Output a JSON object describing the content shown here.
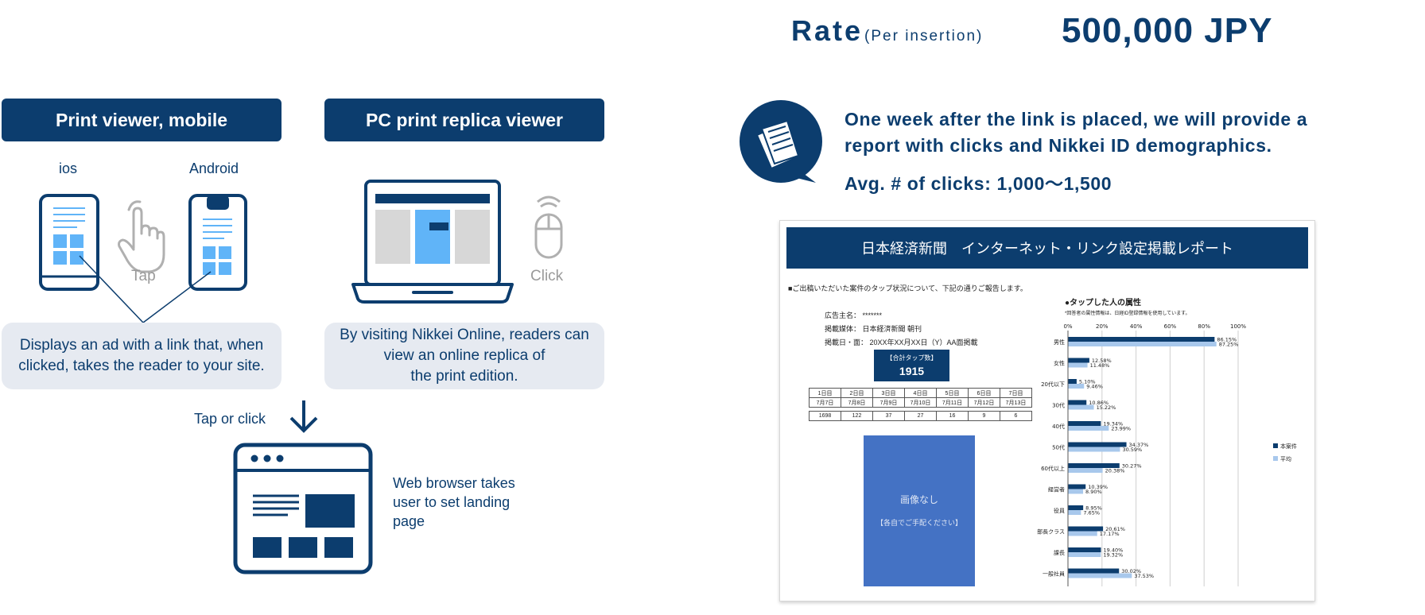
{
  "rate": {
    "label": "Rate",
    "sub": "(Per insertion)",
    "value": "500,000 JPY"
  },
  "left": {
    "print_header": "Print viewer, mobile",
    "pc_header": "PC print replica viewer",
    "ios": "ios",
    "android": "Android",
    "tap": "Tap",
    "click": "Click",
    "print_desc": "Displays an ad with a link that, when clicked, takes the reader to your site.",
    "pc_desc_1": "By visiting Nikkei Online, readers can",
    "pc_desc_2": "view an online replica of",
    "pc_desc_3": "the print edition.",
    "tap_or_click": "Tap or click",
    "browser_1": "Web browser takes",
    "browser_2": "user to set landing",
    "browser_3": "page"
  },
  "report_info": {
    "line1": "One week after the link is placed, we will provide a",
    "line2": "report with clicks and Nikkei ID demographics.",
    "clicks": "Avg. # of clicks: 1,000〜1,500"
  },
  "report": {
    "title": "日本経済新聞　インターネット・リンク設定掲載レポート",
    "intro": "■ご出稿いただいた案件のタップ状況について、下記の通りご報告します。",
    "advertiser": "広告主名： *******",
    "media": "掲載媒体： 日本経済新聞 朝刊",
    "date": "掲載日・面： 20XX年XX月XX日（Y）AA面掲載",
    "total_label": "【合計タップ数】",
    "total_value": "1915",
    "days": [
      "1日目",
      "2日目",
      "3日目",
      "4日目",
      "5日目",
      "6日目",
      "7日目"
    ],
    "dates": [
      "7月7日",
      "7月8日",
      "7月9日",
      "7月10日",
      "7月11日",
      "7月12日",
      "7月13日"
    ],
    "counts": [
      "1698",
      "122",
      "37",
      "27",
      "16",
      "9",
      "6"
    ],
    "noimage": "画像なし",
    "noimage_sub": "【各自でご手配ください】",
    "chart_title": "●タップした人の属性",
    "chart_note": "*回答者の属性情報は、日経ID登録情報を使用しています。"
  },
  "chart_data": {
    "type": "bar",
    "orientation": "horizontal",
    "categories": [
      "男性",
      "女性",
      "20代以下",
      "30代",
      "40代",
      "50代",
      "60代以上",
      "経営者",
      "役員",
      "部長クラス",
      "課長",
      "一般社員"
    ],
    "series": [
      {
        "name": "本案件",
        "values": [
          86.15,
          12.58,
          5.1,
          10.86,
          19.34,
          34.37,
          30.27,
          10.39,
          8.95,
          20.61,
          19.4,
          30.02
        ],
        "color": "#0c3d6e"
      },
      {
        "name": "平均",
        "values": [
          87.25,
          11.48,
          9.46,
          15.22,
          23.99,
          30.59,
          20.38,
          8.9,
          7.65,
          17.17,
          19.32,
          37.53
        ],
        "color": "#a8c8ec"
      }
    ],
    "xticks": [
      "0%",
      "20%",
      "40%",
      "60%",
      "80%",
      "100%"
    ],
    "xlim": [
      0,
      100
    ],
    "legend": "right"
  },
  "colors": {
    "navy": "#0c3d6e",
    "light_blue": "#60b4f8",
    "bubble": "#e6eaf1"
  }
}
